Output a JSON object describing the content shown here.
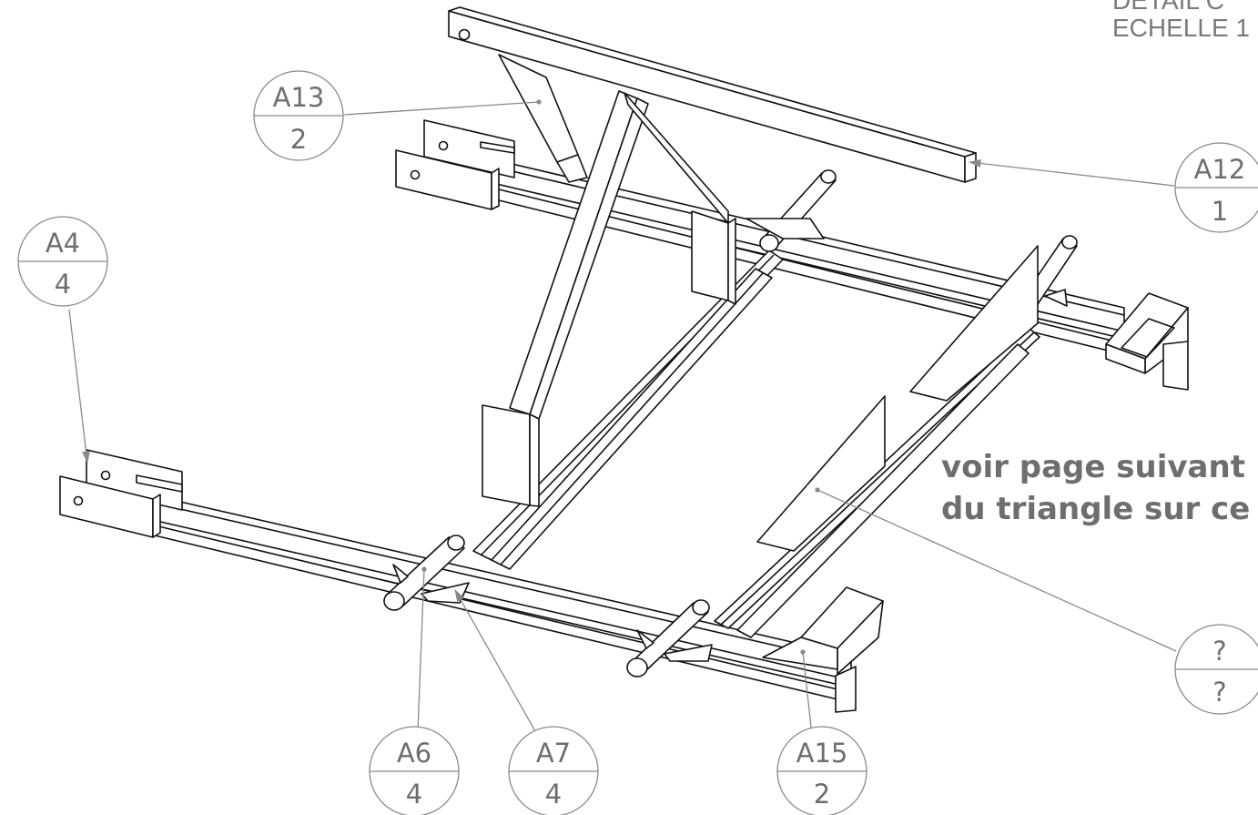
{
  "header": {
    "detail_line": "DETAIL C",
    "scale_line": "ECHELLE 1"
  },
  "note": {
    "line1": "voir page suivant",
    "line2": "du triangle sur ce"
  },
  "balloons": [
    {
      "id": "A13",
      "qty": "2"
    },
    {
      "id": "A12",
      "qty": "1"
    },
    {
      "id": "A4",
      "qty": "4"
    },
    {
      "id": "?",
      "qty": "?"
    },
    {
      "id": "A6",
      "qty": "4"
    },
    {
      "id": "A7",
      "qty": "4"
    },
    {
      "id": "A15",
      "qty": "2"
    }
  ]
}
